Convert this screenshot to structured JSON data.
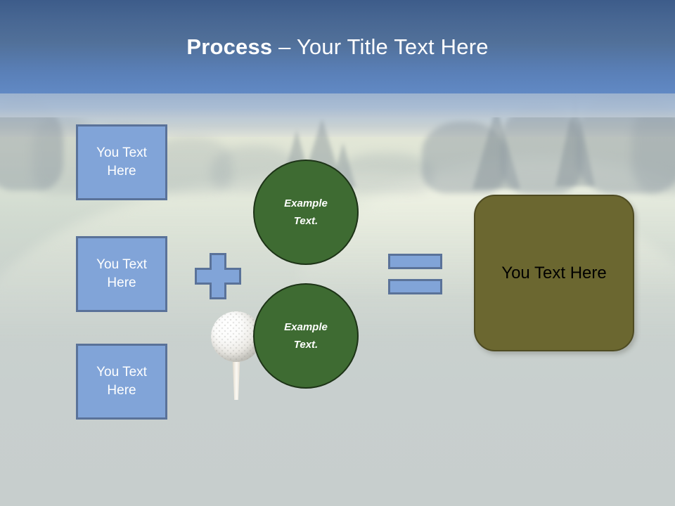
{
  "slide": {
    "title": {
      "strong": "Process",
      "light": " – Your Title Text Here"
    },
    "colors": {
      "title_bar_top": "#3d5c8a",
      "title_bar_bottom": "#6189c4",
      "blue_fill": "#81a4d8",
      "blue_border": "#5a7299",
      "green_fill": "#3e6b32",
      "green_border": "#1d3317",
      "olive_fill": "#6b6730",
      "olive_border": "#4e4b22",
      "title_text": "#ffffff",
      "result_text": "#000000",
      "background": "#c8cfcd"
    },
    "input_boxes": [
      {
        "label": "You Text Here"
      },
      {
        "label": "You Text Here"
      },
      {
        "label": "You Text Here"
      }
    ],
    "operators": {
      "plus": "plus-sign",
      "equals": "equals-sign"
    },
    "circles": [
      {
        "line1": "Example",
        "line2": "Text."
      },
      {
        "line1": "Example",
        "line2": "Text."
      }
    ],
    "result_box": {
      "label": "You Text Here"
    },
    "decoration": {
      "golf_ball": "golf-ball-icon",
      "golf_tee": "golf-tee-icon",
      "background_photo": "golf-course-photo"
    }
  }
}
